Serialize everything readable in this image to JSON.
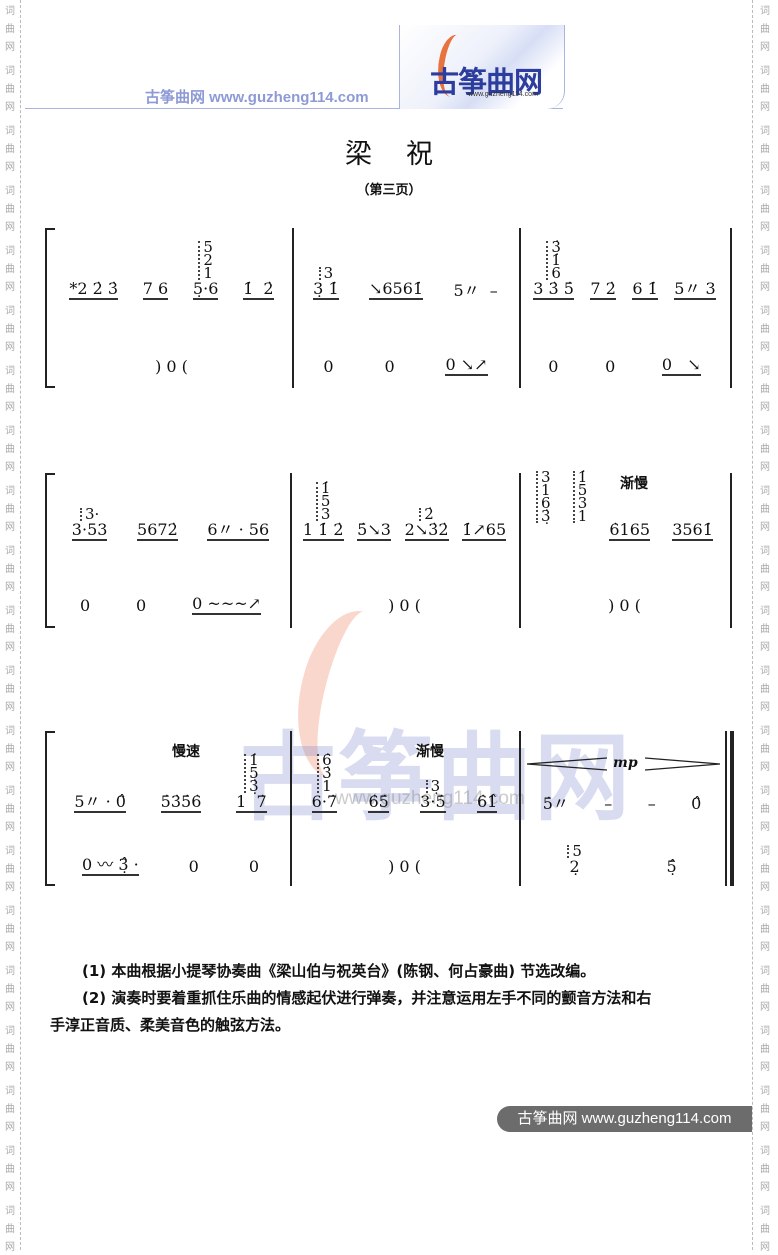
{
  "side_watermark": [
    "词",
    "曲",
    "网"
  ],
  "header": {
    "site_url_text": "古筝曲网 www.guzheng114.com",
    "logo_text": "古筝曲网",
    "logo_url": "www.guzheng114.com"
  },
  "title": "梁祝",
  "subtitle": "（第三页）",
  "watermark": {
    "text": "古筝曲网",
    "url": "www.guzheng114.com"
  },
  "score": {
    "systems": [
      {
        "measures": [
          {
            "upper": [
              {
                "t": "*2 2̇ 3̇"
              },
              {
                "t": "7 6"
              },
              {
                "chord": [
                  "5",
                  "2",
                  "1"
                ],
                "t": "5̣·6"
              },
              {
                "t": "1̇  2̇"
              }
            ],
            "lower": [
              {
                "t": ") 0 (",
                "plain": true
              }
            ]
          },
          {
            "upper": [
              {
                "chord": [
                  "3"
                ],
                "t": "3̣ 1̇"
              },
              {
                "t": "↘6561̇"
              },
              {
                "t": "5〃  –",
                "plain": true
              }
            ],
            "lower": [
              {
                "t": "0",
                "plain": true
              },
              {
                "t": "0",
                "plain": true
              },
              {
                "t": "0 ↘↗"
              }
            ]
          },
          {
            "upper": [
              {
                "chord": [
                  "3̇",
                  "1̇",
                  "6"
                ],
                "t": "3 3̇ 5̇"
              },
              {
                "t": "7 2̇"
              },
              {
                "t": "6 1̇"
              },
              {
                "t": "5〃 3"
              }
            ],
            "lower": [
              {
                "t": "0",
                "plain": true
              },
              {
                "t": "0",
                "plain": true
              },
              {
                "t": "0   ↘"
              }
            ]
          }
        ]
      },
      {
        "measures": [
          {
            "upper": [
              {
                "chord": [
                  "3·"
                ],
                "t": "3·53"
              },
              {
                "t": "5672̇"
              },
              {
                "t": "6〃 · 56"
              }
            ],
            "lower": [
              {
                "t": "0",
                "plain": true
              },
              {
                "t": "0",
                "plain": true
              },
              {
                "t": "0 ~~~↗"
              }
            ]
          },
          {
            "upper": [
              {
                "chord": [
                  "1̇",
                  "5",
                  "3"
                ],
                "t": "1 1̇ 2̇"
              },
              {
                "t": "5̇↘3"
              },
              {
                "chord": [
                  "2̇"
                ],
                "t": "2↘3̇2̇"
              },
              {
                "t": "1̇↗65"
              }
            ],
            "lower": [
              {
                "t": ") 0 (",
                "plain": true
              }
            ]
          },
          {
            "upper": [
              {
                "chord": [
                  "3",
                  "1",
                  "6̣",
                  "3̣"
                ],
                "t": " ",
                "plain": true
              },
              {
                "chord": [
                  "1̇",
                  "5",
                  "3",
                  "1"
                ],
                "t": " ",
                "plain": true
              },
              {
                "t": "6̇165"
              },
              {
                "t": "3561̇"
              }
            ],
            "lower": [
              {
                "t": ") 0 (",
                "plain": true
              }
            ],
            "tempo": "渐慢"
          }
        ]
      },
      {
        "measures": [
          {
            "upper": [
              {
                "t": "5〃 · 0̂"
              },
              {
                "t": "5̇3̇5̇6̇"
              },
              {
                "chord": [
                  "1̇",
                  "5̣",
                  "3̣"
                ],
                "t": "1  7̇"
              }
            ],
            "lower": [
              {
                "t": "0 〰 3̣̂ ·"
              },
              {
                "t": "0",
                "plain": true
              },
              {
                "t": "0",
                "plain": true
              }
            ],
            "tempo": "慢速"
          },
          {
            "upper": [
              {
                "chord": [
                  "6̇",
                  "3̇",
                  "1"
                ],
                "t": "6·7̇"
              },
              {
                "t": "6̇5̇"
              },
              {
                "chord": [
                  "3̣"
                ],
                "t": "3·5̇"
              },
              {
                "t": "6̇1̂"
              }
            ],
            "lower": [
              {
                "t": ") 0 (",
                "plain": true
              }
            ],
            "tempo": "渐慢"
          },
          {
            "upper": [
              {
                "t": "5̇〃",
                "plain": true
              },
              {
                "t": "–",
                "plain": true
              },
              {
                "t": "–",
                "plain": true
              },
              {
                "t": "0̂",
                "plain": true
              }
            ],
            "lower": [
              {
                "chord": [
                  "5"
                ],
                "t": "2̣",
                "plain": true
              },
              {
                "t": "5̣̂",
                "plain": true
              }
            ],
            "dynamic": "mp"
          }
        ]
      }
    ]
  },
  "notes": [
    "(1) 本曲根据小提琴协奏曲《梁山伯与祝英台》(陈钢、何占豪曲) 节选改编。",
    "(2) 演奏时要着重抓住乐曲的情感起伏进行弹奏，并注意运用左手不同的颤音方法和右",
    "手淳正音质、柔美音色的触弦方法。"
  ],
  "footer": "古筝曲网 www.guzheng114.com"
}
